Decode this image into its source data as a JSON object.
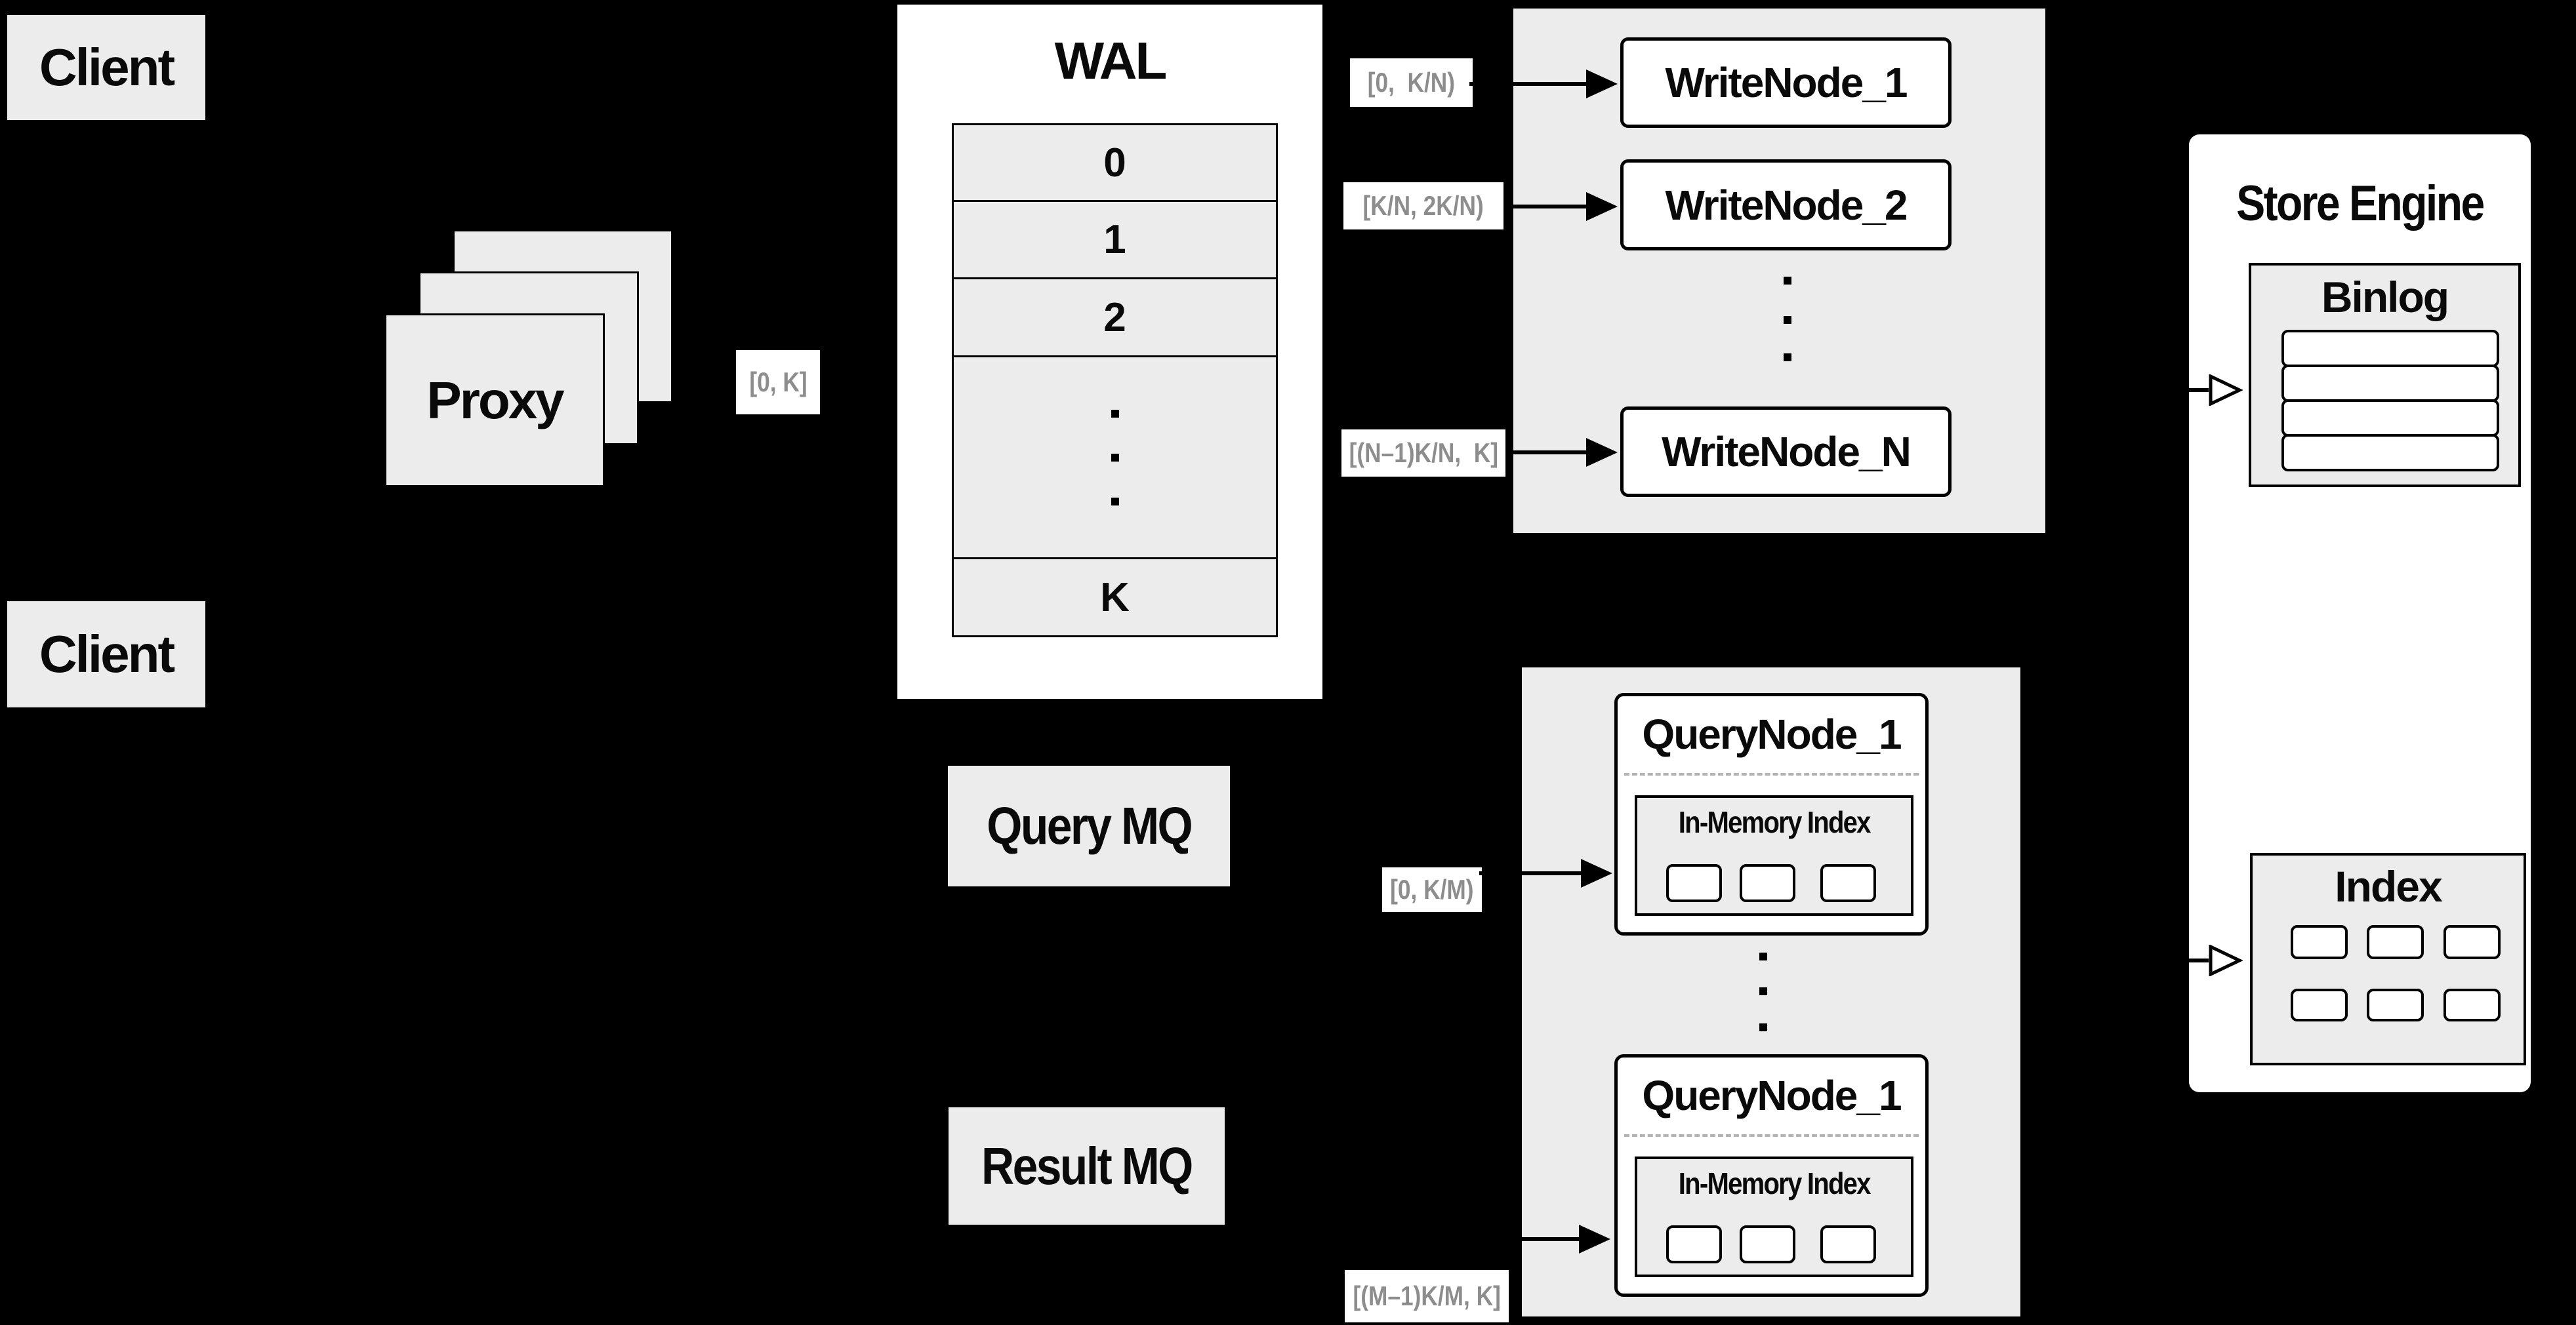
{
  "diagram": {
    "clients": {
      "top": "Client",
      "bottom": "Client"
    },
    "proxy": {
      "label": "Proxy"
    },
    "labels": {
      "proxy_to_wal": "[0, K]",
      "write_ranges": [
        "[0,  K/N)",
        "[K/N, 2K/N)",
        "[(N–1)K/N,  K]"
      ],
      "query_ranges": [
        "[0, K/M)",
        "[(M–1)K/M, K]"
      ]
    },
    "wal": {
      "title": "WAL",
      "segments": [
        "0",
        "1",
        "2",
        "K"
      ]
    },
    "write_nodes": [
      "WriteNode_1",
      "WriteNode_2",
      "WriteNode_N"
    ],
    "mq": {
      "query": "Query MQ",
      "result": "Result MQ"
    },
    "query_nodes": [
      {
        "title": "QueryNode_1",
        "index_title": "In-Memory Index"
      },
      {
        "title": "QueryNode_1",
        "index_title": "In-Memory Index"
      }
    ],
    "store": {
      "title": "Store Engine",
      "binlog": "Binlog",
      "index": "Index"
    },
    "colors": {
      "background": "#000000",
      "panel_gray": "#ececec",
      "box_white": "#ffffff",
      "line_black": "#000000",
      "label_text": "#8d8d8d",
      "dashed_separator": "#b3b3b3"
    }
  }
}
